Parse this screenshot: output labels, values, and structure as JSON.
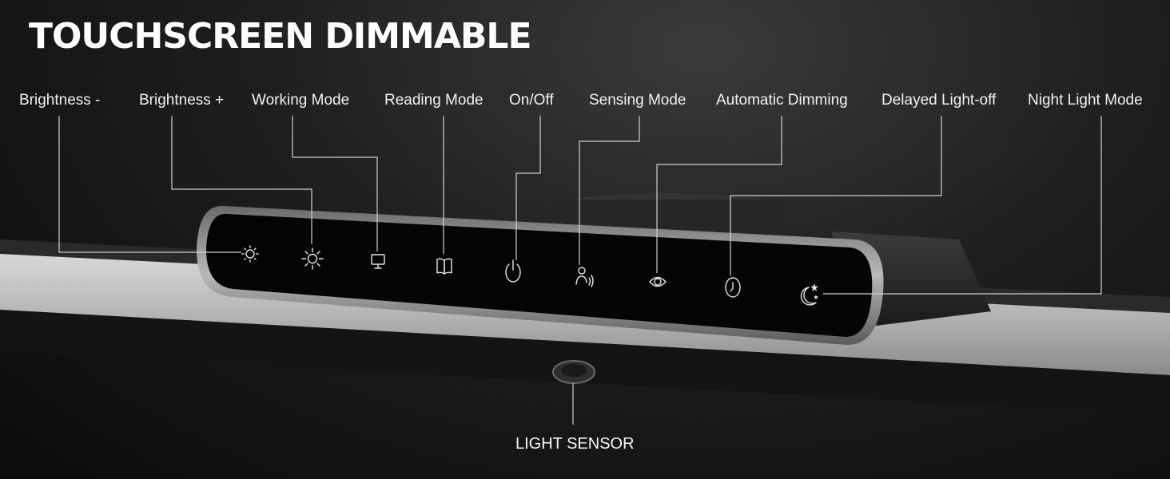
{
  "title": "TOUCHSCREEN DIMMABLE",
  "buttons": [
    {
      "label": "Brightness -",
      "icon": "sun-small-icon"
    },
    {
      "label": "Brightness +",
      "icon": "sun-large-icon"
    },
    {
      "label": "Working Mode",
      "icon": "monitor-icon"
    },
    {
      "label": "Reading Mode",
      "icon": "book-icon"
    },
    {
      "label": "On/Off",
      "icon": "power-icon"
    },
    {
      "label": "Sensing Mode",
      "icon": "person-sensing-icon"
    },
    {
      "label": "Automatic Dimming",
      "icon": "eye-icon"
    },
    {
      "label": "Delayed Light-off",
      "icon": "clock-icon"
    },
    {
      "label": "Night Light Mode",
      "icon": "moon-star-icon"
    }
  ],
  "sensor_label": "LIGHT SENSOR",
  "colors": {
    "background": "#111111",
    "panel": "#050505",
    "bezel": "#9a9a9a",
    "monitor_bar": "#bdbdbd",
    "text": "#ffffff"
  }
}
